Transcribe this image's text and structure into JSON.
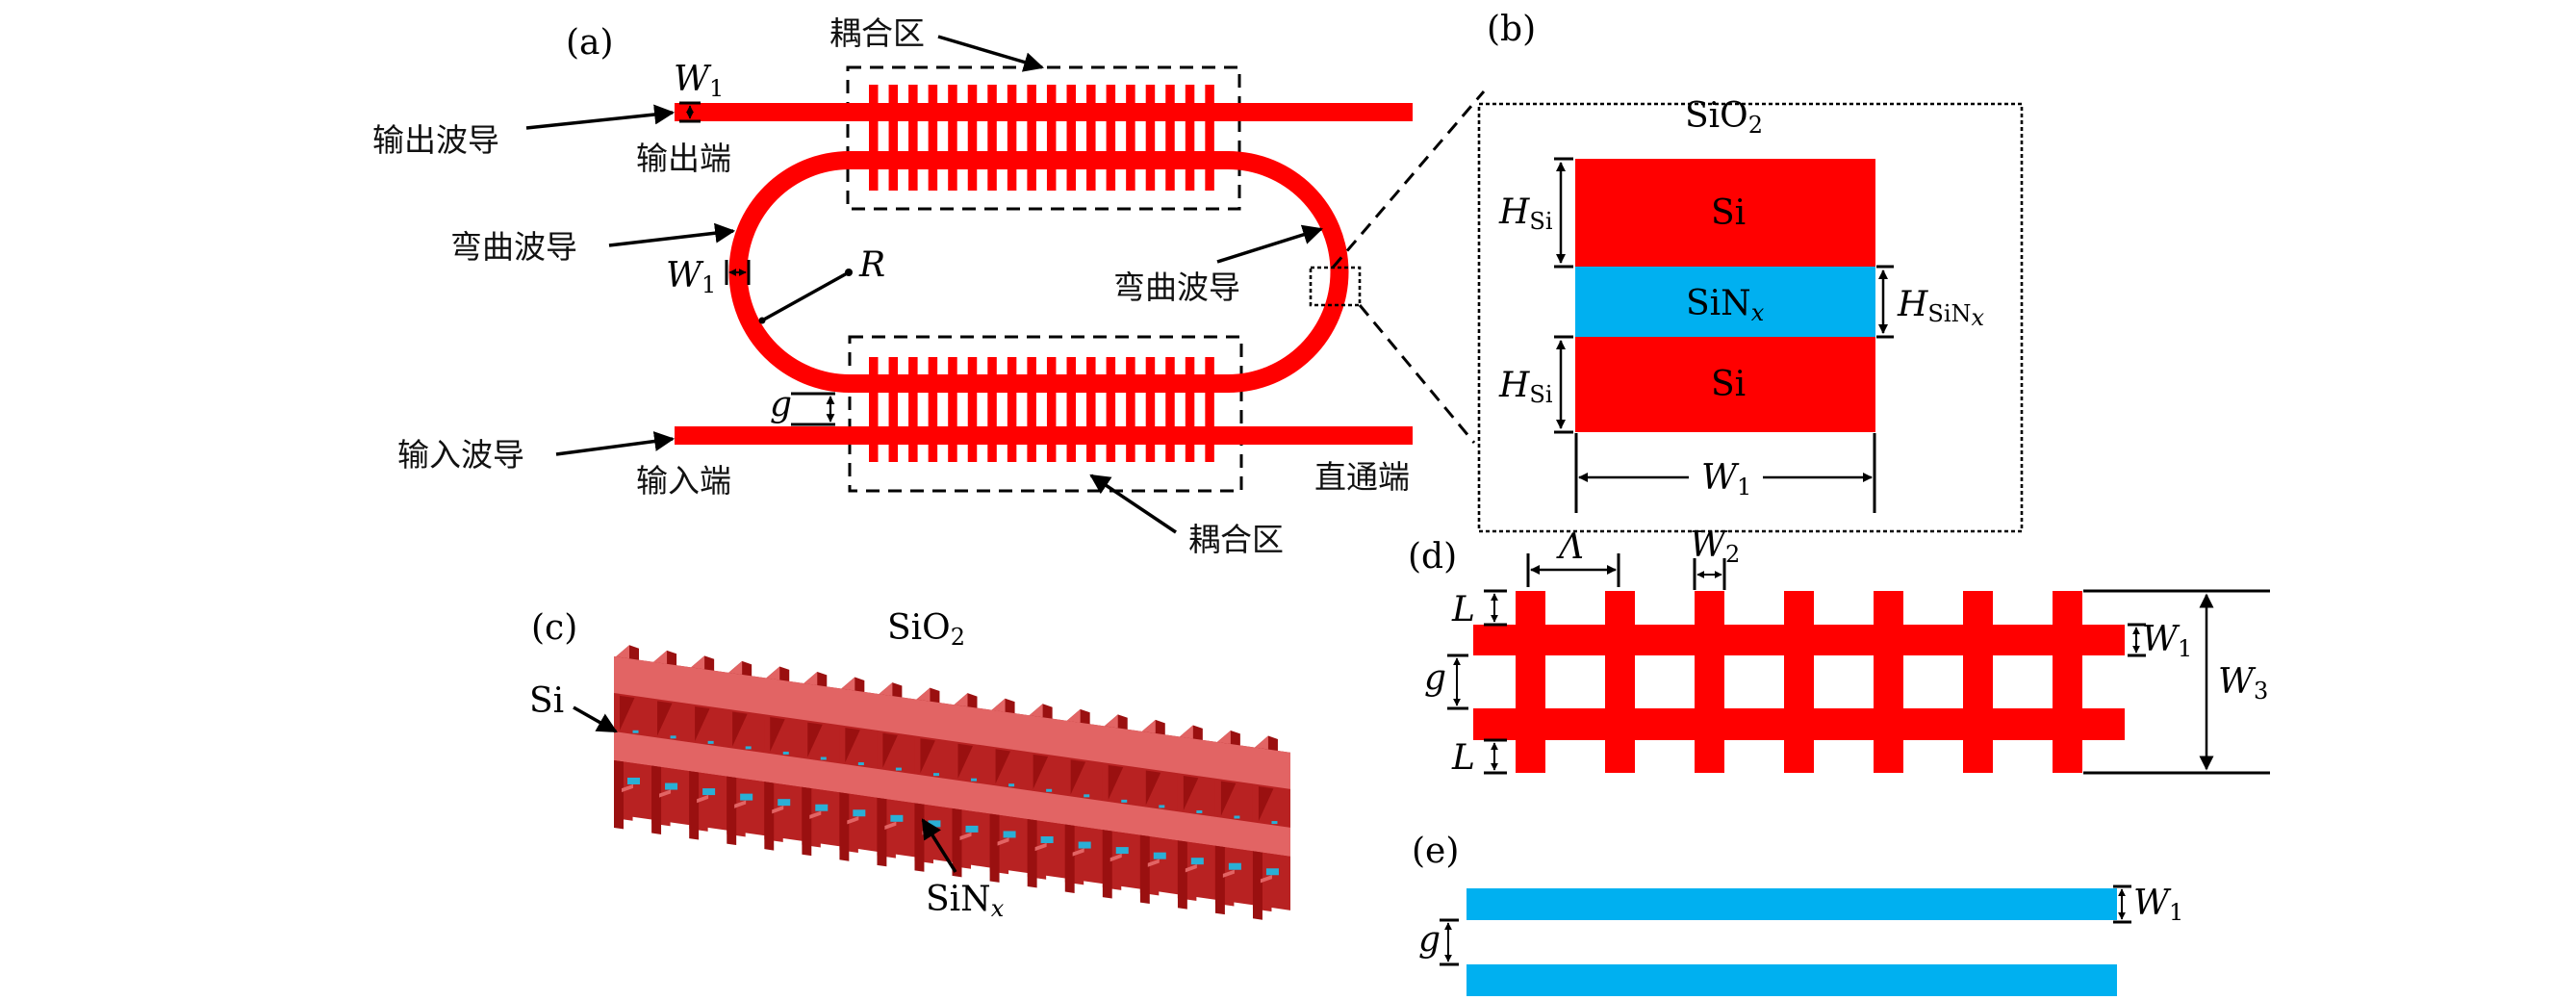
{
  "colors": {
    "silicon": "#FF0000",
    "sinx": "#00B0F0",
    "si3d_top": "#E26464",
    "si3d_side": "#B82222",
    "si3d_dark": "#9A1010",
    "sinx3d": "#2AAFD6",
    "annotation": "#000000"
  },
  "panel_a": {
    "label": "(a)",
    "coupling_region_top": "耦合区",
    "coupling_region_bottom": "耦合区",
    "output_waveguide": "输出波导",
    "output_port": "输出端",
    "bent_waveguide_left": "弯曲波导",
    "bent_waveguide_right": "弯曲波导",
    "input_waveguide": "输入波导",
    "input_port": "输入端",
    "through_port": "直通端",
    "w1_top": {
      "main": "W",
      "sub": "1"
    },
    "w1_ring": {
      "main": "W",
      "sub": "1"
    },
    "radius": "R",
    "gap": "g",
    "grating_teeth_per_coupler": 18
  },
  "panel_b": {
    "label": "(b)",
    "cladding": {
      "main": "SiO",
      "sub": "2"
    },
    "layers": [
      {
        "name": "Si",
        "material": "silicon"
      },
      {
        "name": "SiN",
        "sub": "x",
        "material": "sinx"
      },
      {
        "name": "Si",
        "material": "silicon"
      }
    ],
    "h_si_top": {
      "main": "H",
      "sub": "Si"
    },
    "h_si_bottom": {
      "main": "H",
      "sub": "Si"
    },
    "h_sinx": {
      "main": "H",
      "sub": "SiN",
      "subsub": "x"
    },
    "width": {
      "main": "W",
      "sub": "1"
    }
  },
  "panel_c": {
    "label": "(c)",
    "cladding": {
      "main": "SiO",
      "sub": "2"
    },
    "si_label": "Si",
    "sinx_label": {
      "main": "SiN",
      "sub": "x"
    },
    "period_count": 18
  },
  "panel_d": {
    "label": "(d)",
    "period": "Λ",
    "tooth_width": {
      "main": "W",
      "sub": "2"
    },
    "tooth_length_top": "L",
    "tooth_length_bottom": "L",
    "gap": "g",
    "wg_width": {
      "main": "W",
      "sub": "1"
    },
    "total_width": {
      "main": "W",
      "sub": "3"
    },
    "teeth_count": 7
  },
  "panel_e": {
    "label": "(e)",
    "gap": "g",
    "wg_width": {
      "main": "W",
      "sub": "1"
    }
  }
}
